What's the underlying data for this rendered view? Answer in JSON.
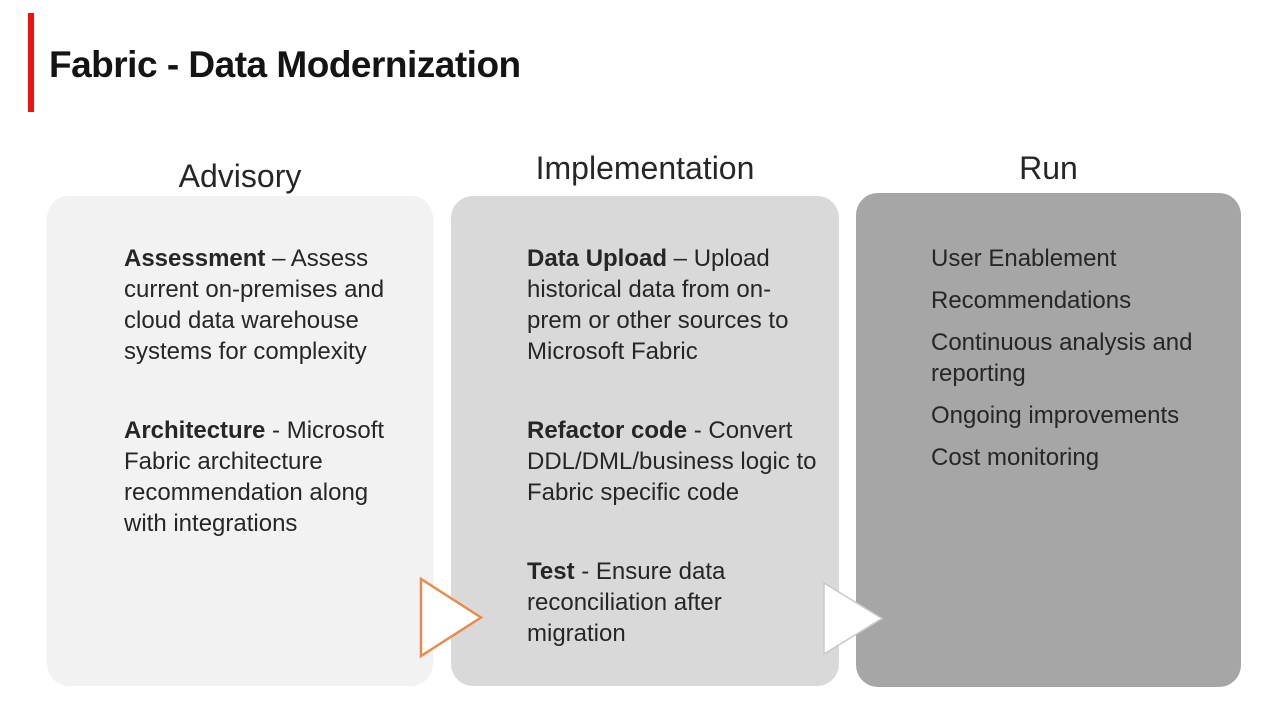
{
  "slide": {
    "title": "Fabric - Data Modernization"
  },
  "colors": {
    "accent_red": "#ee1111",
    "advisory_box_bg": "#f2f2f2",
    "implementation_box_bg": "#d9d9d9",
    "run_box_bg": "#a6a6a6",
    "arrow_advisory_stroke": "#e88c4d",
    "arrow_implementation_stroke": "#c9c9c9",
    "arrow_fill": "#ffffff",
    "text": "#262626"
  },
  "columns": [
    {
      "header": "Advisory",
      "paragraphs": [
        {
          "lead": "Assessment",
          "rest": " – Assess current on-premises and cloud data warehouse systems for complexity"
        },
        {
          "lead": "Architecture",
          "rest": " - Microsoft Fabric architecture recommendation along with integrations"
        }
      ]
    },
    {
      "header": "Implementation",
      "paragraphs": [
        {
          "lead": "Data Upload",
          "rest": " – Upload historical data from on-prem or other sources to Microsoft Fabric"
        },
        {
          "lead": "Refactor code",
          "rest": " - Convert DDL/DML/business logic to Fabric specific code"
        },
        {
          "lead": "Test",
          "rest": " - Ensure data reconciliation after migration"
        }
      ]
    },
    {
      "header": "Run",
      "bullets": [
        "User Enablement",
        "Recommendations",
        "Continuous analysis and reporting",
        "Ongoing improvements",
        "Cost monitoring"
      ]
    }
  ]
}
